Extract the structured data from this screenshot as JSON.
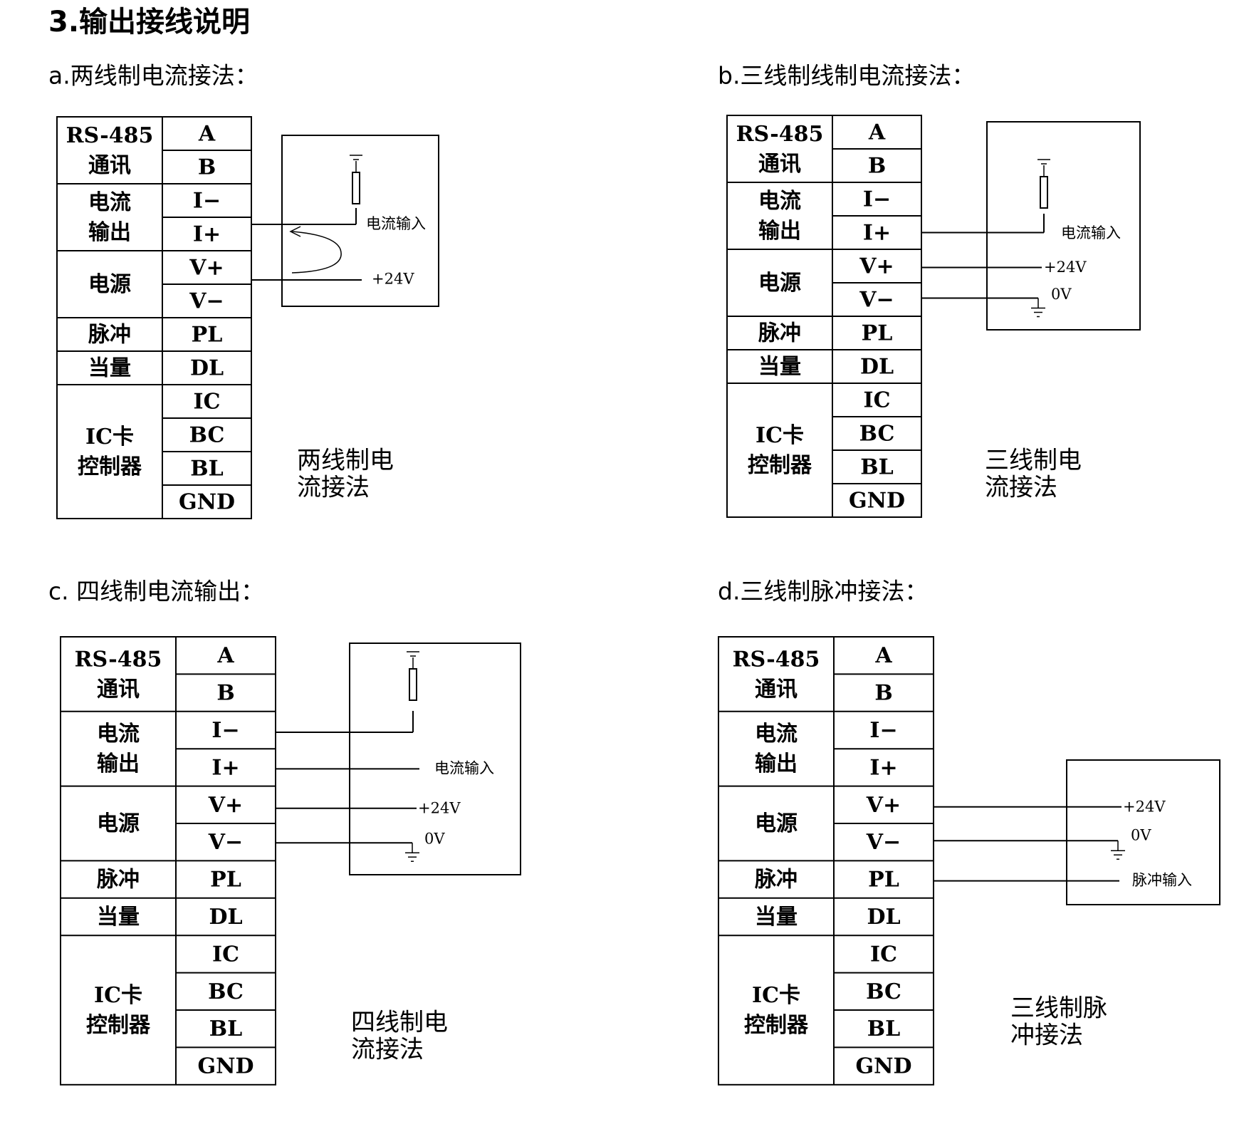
{
  "section_title": "3.输出接线说明",
  "table_rows": [
    {
      "group": "rs485",
      "terminal": "A"
    },
    {
      "group": "rs485",
      "terminal": "B"
    },
    {
      "group": "current",
      "terminal": "I−"
    },
    {
      "group": "current",
      "terminal": "I+"
    },
    {
      "group": "power",
      "terminal": "V+"
    },
    {
      "group": "power",
      "terminal": "V−"
    },
    {
      "group": "pulse",
      "terminal": "PL"
    },
    {
      "group": "equiv",
      "terminal": "DL"
    },
    {
      "group": "ic",
      "terminal": "IC"
    },
    {
      "group": "ic",
      "terminal": "BC"
    },
    {
      "group": "ic",
      "terminal": "BL"
    },
    {
      "group": "ic",
      "terminal": "GND"
    }
  ],
  "table_groups": {
    "rs485": [
      "RS-485",
      "通讯"
    ],
    "current": [
      "电流",
      "输出"
    ],
    "power": [
      "电源"
    ],
    "pulse": [
      "脉冲"
    ],
    "equiv": [
      "当量"
    ],
    "ic": [
      "IC卡",
      "控制器"
    ]
  },
  "diagrams": [
    {
      "id": "a",
      "subtitle": "a.两线制电流接法：",
      "note": [
        "两线制电",
        "流接法"
      ],
      "labels": {
        "current_in": "电流输入",
        "v24": "+24V"
      }
    },
    {
      "id": "b",
      "subtitle": "b.三线制线制电流接法：",
      "note": [
        "三线制电",
        "流接法"
      ],
      "labels": {
        "current_in": "电流输入",
        "v24": "+24V",
        "v0": "0V"
      }
    },
    {
      "id": "c",
      "subtitle": "c. 四线制电流输出：",
      "note": [
        "四线制电",
        "流接法"
      ],
      "labels": {
        "current_in": "电流输入",
        "v24": "+24V",
        "v0": "0V"
      }
    },
    {
      "id": "d",
      "subtitle": "d.三线制脉冲接法：",
      "note": [
        "三线制脉",
        "冲接法"
      ],
      "labels": {
        "pulse_in": "脉冲输入",
        "v24": "+24V",
        "v0": "0V"
      }
    }
  ]
}
